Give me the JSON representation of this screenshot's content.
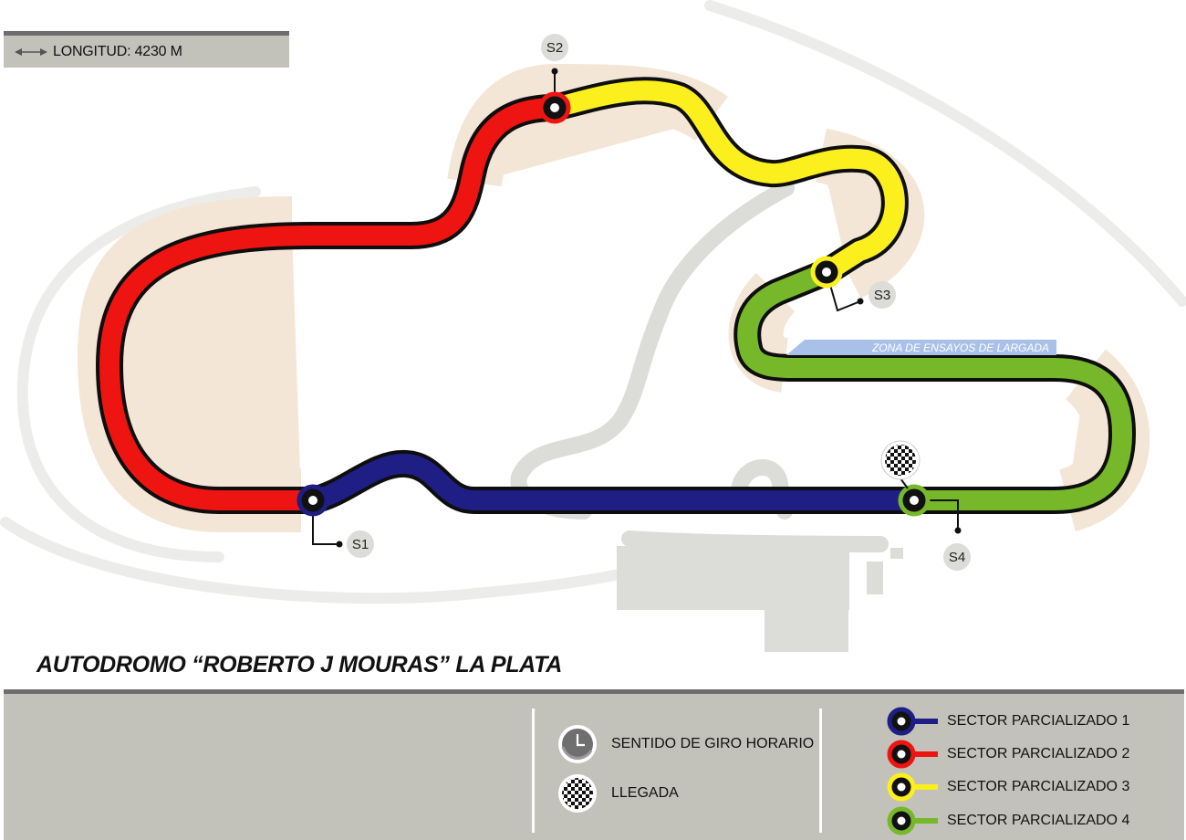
{
  "length": {
    "label": "LONGITUD: 4230 M"
  },
  "title": "AUTODROMO “ROBERTO J MOURAS” LA PLATA",
  "track": {
    "zone_label": "ZONA DE ENSAYOS DE LARGADA",
    "markers": [
      "S1",
      "S2",
      "S3",
      "S4"
    ]
  },
  "legend": {
    "direction": "SENTIDO DE GIRO HORARIO",
    "finish": "LLEGADA",
    "sectors": [
      {
        "label": "SECTOR PARCIALIZADO 1",
        "color": "#1e1e85"
      },
      {
        "label": "SECTOR PARCIALIZADO 2",
        "color": "#ee1411"
      },
      {
        "label": "SECTOR PARCIALIZADO 3",
        "color": "#fbef1d"
      },
      {
        "label": "SECTOR PARCIALIZADO 4",
        "color": "#76b82a"
      }
    ]
  },
  "colors": {
    "panel": "#c3c2ba",
    "runoff": "#f4e6d6",
    "background_road": "#dcdcd8"
  }
}
